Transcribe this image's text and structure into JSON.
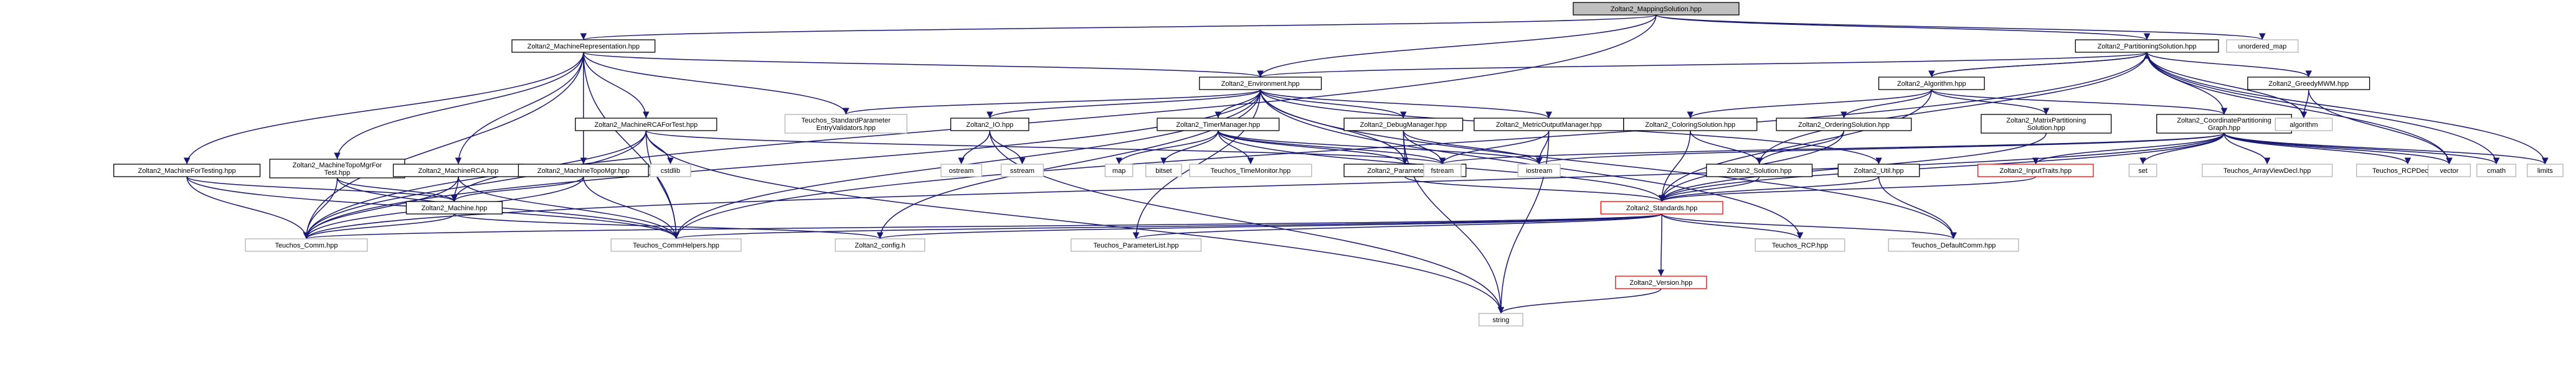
{
  "colors": {
    "edge": "#191970",
    "text": "#000000",
    "text_missing": "#b3b3b3",
    "box_border": "#000000",
    "box_fill": "#ffffff",
    "root_fill": "#bfbfbf",
    "red_border": "#ff0000"
  },
  "nodes": [
    {
      "id": "root",
      "lines": [
        "Zoltan2_MappingSolution.hpp"
      ],
      "style": "root"
    },
    {
      "id": "machrep",
      "lines": [
        "Zoltan2_MachineRepresentation.hpp"
      ],
      "style": "box"
    },
    {
      "id": "partsol",
      "lines": [
        "Zoltan2_PartitioningSolution.hpp"
      ],
      "style": "box"
    },
    {
      "id": "unordered_map",
      "lines": [
        "unordered_map"
      ],
      "style": "plain"
    },
    {
      "id": "env",
      "lines": [
        "Zoltan2_Environment.hpp"
      ],
      "style": "box"
    },
    {
      "id": "alg",
      "lines": [
        "Zoltan2_Algorithm.hpp"
      ],
      "style": "box"
    },
    {
      "id": "greedy",
      "lines": [
        "Zoltan2_GreedyMWM.hpp"
      ],
      "style": "box"
    },
    {
      "id": "validators",
      "lines": [
        "Teuchos_StandardParameter",
        "EntryValidators.hpp"
      ],
      "style": "plain"
    },
    {
      "id": "rcafortest",
      "lines": [
        "Zoltan2_MachineRCAForTest.hpp"
      ],
      "style": "box"
    },
    {
      "id": "io",
      "lines": [
        "Zoltan2_IO.hpp"
      ],
      "style": "box"
    },
    {
      "id": "timemgr",
      "lines": [
        "Zoltan2_TimerManager.hpp"
      ],
      "style": "box"
    },
    {
      "id": "debugmgr",
      "lines": [
        "Zoltan2_DebugManager.hpp"
      ],
      "style": "box"
    },
    {
      "id": "metricmgr",
      "lines": [
        "Zoltan2_MetricOutputManager.hpp"
      ],
      "style": "box"
    },
    {
      "id": "coloring",
      "lines": [
        "Zoltan2_ColoringSolution.hpp"
      ],
      "style": "box"
    },
    {
      "id": "ordering",
      "lines": [
        "Zoltan2_OrderingSolution.hpp"
      ],
      "style": "box"
    },
    {
      "id": "matrixpart",
      "lines": [
        "Zoltan2_MatrixPartitioning",
        "Solution.hpp"
      ],
      "style": "box"
    },
    {
      "id": "coordpart",
      "lines": [
        "Zoltan2_CoordinatePartitioning",
        "Graph.hpp"
      ],
      "style": "box"
    },
    {
      "id": "algorithm",
      "lines": [
        "algorithm"
      ],
      "style": "plain"
    },
    {
      "id": "machfortest",
      "lines": [
        "Zoltan2_MachineForTesting.hpp"
      ],
      "style": "box"
    },
    {
      "id": "topomgrtest",
      "lines": [
        "Zoltan2_MachineTopoMgrFor",
        "Test.hpp"
      ],
      "style": "box"
    },
    {
      "id": "machrca",
      "lines": [
        "Zoltan2_MachineRCA.hpp"
      ],
      "style": "box"
    },
    {
      "id": "topomgr",
      "lines": [
        "Zoltan2_MachineTopoMgr.hpp"
      ],
      "style": "box"
    },
    {
      "id": "cstdlib",
      "lines": [
        "cstdlib"
      ],
      "style": "plain"
    },
    {
      "id": "ostream",
      "lines": [
        "ostream"
      ],
      "style": "plain"
    },
    {
      "id": "sstream",
      "lines": [
        "sstream"
      ],
      "style": "plain"
    },
    {
      "id": "map",
      "lines": [
        "map"
      ],
      "style": "plain"
    },
    {
      "id": "bitset",
      "lines": [
        "bitset"
      ],
      "style": "plain"
    },
    {
      "id": "timemonitor",
      "lines": [
        "Teuchos_TimeMonitor.hpp"
      ],
      "style": "plain"
    },
    {
      "id": "params",
      "lines": [
        "Zoltan2_Parameters.hpp"
      ],
      "style": "box"
    },
    {
      "id": "fstream",
      "lines": [
        "fstream"
      ],
      "style": "plain"
    },
    {
      "id": "iostream",
      "lines": [
        "iostream"
      ],
      "style": "plain"
    },
    {
      "id": "solution",
      "lines": [
        "Zoltan2_Solution.hpp"
      ],
      "style": "box"
    },
    {
      "id": "util",
      "lines": [
        "Zoltan2_Util.hpp"
      ],
      "style": "box"
    },
    {
      "id": "inputtraits",
      "lines": [
        "Zoltan2_InputTraits.hpp"
      ],
      "style": "red"
    },
    {
      "id": "set",
      "lines": [
        "set"
      ],
      "style": "plain"
    },
    {
      "id": "arrayview",
      "lines": [
        "Teuchos_ArrayViewDecl.hpp"
      ],
      "style": "plain"
    },
    {
      "id": "rcpdecl",
      "lines": [
        "Teuchos_RCPDecl.hpp"
      ],
      "style": "plain"
    },
    {
      "id": "vector",
      "lines": [
        "vector"
      ],
      "style": "plain"
    },
    {
      "id": "cmath",
      "lines": [
        "cmath"
      ],
      "style": "plain"
    },
    {
      "id": "limits",
      "lines": [
        "limits"
      ],
      "style": "plain"
    },
    {
      "id": "machine",
      "lines": [
        "Zoltan2_Machine.hpp"
      ],
      "style": "box"
    },
    {
      "id": "standards",
      "lines": [
        "Zoltan2_Standards.hpp"
      ],
      "style": "red"
    },
    {
      "id": "comm",
      "lines": [
        "Teuchos_Comm.hpp"
      ],
      "style": "plain"
    },
    {
      "id": "commhelpers",
      "lines": [
        "Teuchos_CommHelpers.hpp"
      ],
      "style": "plain"
    },
    {
      "id": "config",
      "lines": [
        "Zoltan2_config.h"
      ],
      "style": "plain"
    },
    {
      "id": "paramlist",
      "lines": [
        "Teuchos_ParameterList.hpp"
      ],
      "style": "plain"
    },
    {
      "id": "version",
      "lines": [
        "Zoltan2_Version.hpp"
      ],
      "style": "red"
    },
    {
      "id": "rcp",
      "lines": [
        "Teuchos_RCP.hpp"
      ],
      "style": "plain"
    },
    {
      "id": "defaultcomm",
      "lines": [
        "Teuchos_DefaultComm.hpp"
      ],
      "style": "plain"
    },
    {
      "id": "string",
      "lines": [
        "string"
      ],
      "style": "plain"
    }
  ],
  "edges": [
    [
      "root",
      "machrep"
    ],
    [
      "root",
      "partsol"
    ],
    [
      "root",
      "unordered_map"
    ],
    [
      "root",
      "env"
    ],
    [
      "root",
      "comm"
    ],
    [
      "machrep",
      "env"
    ],
    [
      "machrep",
      "validators"
    ],
    [
      "machrep",
      "rcafortest"
    ],
    [
      "machrep",
      "machfortest"
    ],
    [
      "machrep",
      "topomgrtest"
    ],
    [
      "machrep",
      "machrca"
    ],
    [
      "machrep",
      "topomgr"
    ],
    [
      "machrep",
      "comm"
    ],
    [
      "machrep",
      "commhelpers"
    ],
    [
      "partsol",
      "env"
    ],
    [
      "partsol",
      "alg"
    ],
    [
      "partsol",
      "greedy"
    ],
    [
      "partsol",
      "algorithm"
    ],
    [
      "partsol",
      "coordpart"
    ],
    [
      "partsol",
      "vector"
    ],
    [
      "partsol",
      "cmath"
    ],
    [
      "partsol",
      "limits"
    ],
    [
      "partsol",
      "solution"
    ],
    [
      "partsol",
      "commhelpers"
    ],
    [
      "env",
      "validators"
    ],
    [
      "env",
      "io"
    ],
    [
      "env",
      "timemgr"
    ],
    [
      "env",
      "debugmgr"
    ],
    [
      "env",
      "metricmgr"
    ],
    [
      "env",
      "params"
    ],
    [
      "env",
      "util"
    ],
    [
      "env",
      "config"
    ],
    [
      "env",
      "paramlist"
    ],
    [
      "env",
      "rcp"
    ],
    [
      "env",
      "defaultcomm"
    ],
    [
      "env",
      "comm"
    ],
    [
      "env",
      "commhelpers"
    ],
    [
      "alg",
      "partsol"
    ],
    [
      "alg",
      "coloring"
    ],
    [
      "alg",
      "ordering"
    ],
    [
      "alg",
      "matrixpart"
    ],
    [
      "alg",
      "coordpart"
    ],
    [
      "alg",
      "standards"
    ],
    [
      "greedy",
      "algorithm"
    ],
    [
      "greedy",
      "vector"
    ],
    [
      "rcafortest",
      "machine"
    ],
    [
      "rcafortest",
      "cstdlib"
    ],
    [
      "rcafortest",
      "comm"
    ],
    [
      "rcafortest",
      "commhelpers"
    ],
    [
      "rcafortest",
      "string"
    ],
    [
      "rcafortest",
      "fstream"
    ],
    [
      "io",
      "ostream"
    ],
    [
      "io",
      "sstream"
    ],
    [
      "io",
      "string"
    ],
    [
      "timemgr",
      "map"
    ],
    [
      "timemgr",
      "bitset"
    ],
    [
      "timemgr",
      "timemonitor"
    ],
    [
      "timemgr",
      "params"
    ],
    [
      "timemgr",
      "fstream"
    ],
    [
      "timemgr",
      "iostream"
    ],
    [
      "timemgr",
      "standards"
    ],
    [
      "debugmgr",
      "params"
    ],
    [
      "debugmgr",
      "fstream"
    ],
    [
      "debugmgr",
      "iostream"
    ],
    [
      "debugmgr",
      "string"
    ],
    [
      "metricmgr",
      "fstream"
    ],
    [
      "metricmgr",
      "iostream"
    ],
    [
      "metricmgr",
      "string"
    ],
    [
      "coloring",
      "solution"
    ],
    [
      "coloring",
      "standards"
    ],
    [
      "ordering",
      "solution"
    ],
    [
      "ordering",
      "standards"
    ],
    [
      "matrixpart",
      "standards"
    ],
    [
      "coordpart",
      "set"
    ],
    [
      "coordpart",
      "arrayview"
    ],
    [
      "coordpart",
      "rcpdecl"
    ],
    [
      "coordpart",
      "vector"
    ],
    [
      "coordpart",
      "cmath"
    ],
    [
      "coordpart",
      "limits"
    ],
    [
      "coordpart",
      "inputtraits"
    ],
    [
      "coordpart",
      "standards"
    ],
    [
      "coordpart",
      "comm"
    ],
    [
      "coordpart",
      "iostream"
    ],
    [
      "coordpart",
      "fstream"
    ],
    [
      "machfortest",
      "machine"
    ],
    [
      "machfortest",
      "comm"
    ],
    [
      "machfortest",
      "commhelpers"
    ],
    [
      "topomgrtest",
      "machine"
    ],
    [
      "topomgrtest",
      "comm"
    ],
    [
      "topomgrtest",
      "commhelpers"
    ],
    [
      "machrca",
      "machine"
    ],
    [
      "machrca",
      "comm"
    ],
    [
      "machrca",
      "commhelpers"
    ],
    [
      "topomgr",
      "machine"
    ],
    [
      "topomgr",
      "comm"
    ],
    [
      "topomgr",
      "commhelpers"
    ],
    [
      "machine",
      "comm"
    ],
    [
      "machine",
      "config"
    ],
    [
      "params",
      "standards"
    ],
    [
      "solution",
      "standards"
    ],
    [
      "util",
      "standards"
    ],
    [
      "util",
      "defaultcomm"
    ],
    [
      "inputtraits",
      "standards"
    ],
    [
      "standards",
      "comm"
    ],
    [
      "standards",
      "commhelpers"
    ],
    [
      "standards",
      "config"
    ],
    [
      "standards",
      "paramlist"
    ],
    [
      "standards",
      "version"
    ],
    [
      "standards",
      "rcp"
    ],
    [
      "standards",
      "defaultcomm"
    ],
    [
      "version",
      "string"
    ]
  ]
}
